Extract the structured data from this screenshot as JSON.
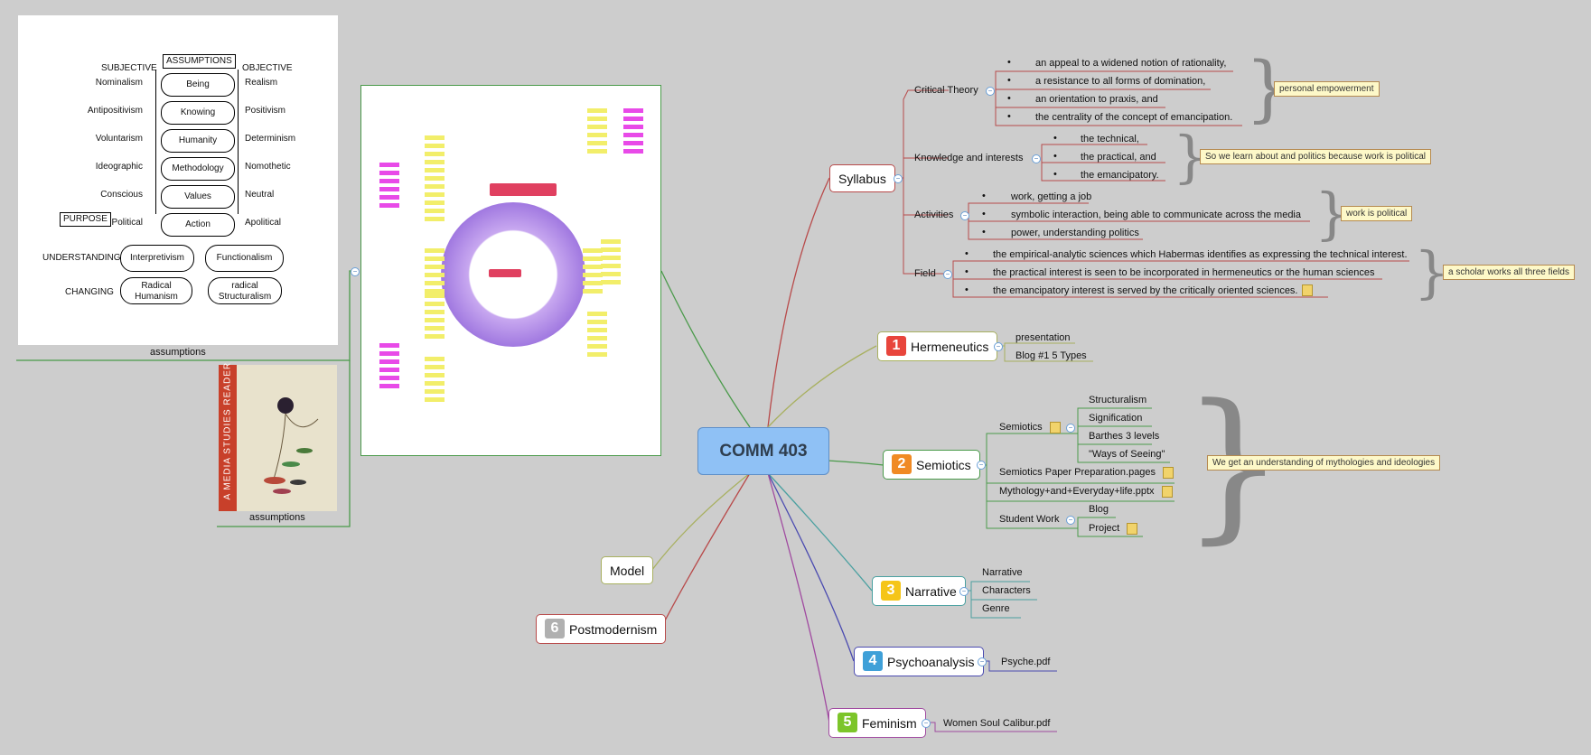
{
  "central": "COMM 403",
  "syllabus": {
    "label": "Syllabus",
    "critical_theory": {
      "label": "Critical Theory",
      "items": [
        "an appeal to a widened notion of rationality,",
        "a resistance to all forms of domination,",
        "an orientation to praxis, and",
        "the centrality of the concept of emancipation."
      ],
      "note": "personal empowerment"
    },
    "knowledge": {
      "label": "Knowledge and interests",
      "items": [
        "the technical,",
        "the practical, and",
        "the emancipatory."
      ],
      "note": "So we learn about and politics because work is political"
    },
    "activities": {
      "label": "Activities",
      "items": [
        "work, getting a job",
        "symbolic interaction, being able to communicate across the media",
        "power, understanding politics"
      ],
      "note": "work is political"
    },
    "field": {
      "label": "Field",
      "items": [
        "the empirical-analytic sciences which Habermas identifies as expressing the technical interest.",
        "the practical interest is seen to be incorporated in hermeneutics or the human sciences",
        "the emancipatory interest is served by the critically oriented sciences."
      ],
      "note": "a scholar works all three fields"
    }
  },
  "hermeneutics": {
    "num": "1",
    "label": "Hermeneutics",
    "children": [
      "presentation",
      "Blog #1 5 Types"
    ]
  },
  "semiotics": {
    "num": "2",
    "label": "Semiotics",
    "sub": {
      "label": "Semiotics",
      "children": [
        "Structuralism",
        "Signification",
        "Barthes 3 levels",
        "\"Ways of Seeing\""
      ]
    },
    "paper": "Semiotics Paper Preparation.pages",
    "mythology": "Mythology+and+Everyday+life.pptx",
    "student": {
      "label": "Student Work",
      "children": [
        "Blog",
        "Project"
      ]
    },
    "note": "We get an understanding of mythologies and ideologies"
  },
  "narrative": {
    "num": "3",
    "label": "Narrative",
    "children": [
      "Narrative",
      "Characters",
      "Genre"
    ]
  },
  "psychoanalysis": {
    "num": "4",
    "label": "Psychoanalysis",
    "children": [
      "Psyche.pdf"
    ]
  },
  "feminism": {
    "num": "5",
    "label": "Feminism",
    "children": [
      "Women Soul Calibur.pdf"
    ]
  },
  "postmodernism": {
    "num": "6",
    "label": "Postmodernism"
  },
  "model": "Model",
  "assumptions_img": {
    "caption": "assumptions",
    "header_left": "SUBJECTIVE",
    "header_mid": "ASSUMPTIONS",
    "header_right": "OBJECTIVE",
    "rows": [
      {
        "left": "Nominalism",
        "mid": "Being",
        "right": "Realism"
      },
      {
        "left": "Antipositivism",
        "mid": "Knowing",
        "right": "Positivism"
      },
      {
        "left": "Voluntarism",
        "mid": "Humanity",
        "right": "Determinism"
      },
      {
        "left": "Ideographic",
        "mid": "Methodology",
        "right": "Nomothetic"
      },
      {
        "left": "Conscious",
        "mid": "Values",
        "right": "Neutral"
      },
      {
        "left": "Political",
        "mid": "Action",
        "right": "Apolitical"
      }
    ],
    "purpose": "PURPOSE",
    "understanding": "UNDERSTANDING",
    "interpretivism": "Interpretivism",
    "functionalism": "Functionalism",
    "changing": "CHANGING",
    "radical_humanism": "Radical Humanism",
    "radical_structuralism": "radical Structuralism"
  },
  "book_img": {
    "caption": "assumptions",
    "title": "A MEDIA STUDIES READER"
  },
  "colors": {
    "canvas": "#cdcdcd",
    "central": "#8fc1f5",
    "n1": "#e8453c",
    "n2": "#f08a24",
    "n3": "#f5c518",
    "n4": "#3fa0d8",
    "n5": "#7cc52a",
    "n6": "#b0b0b0"
  }
}
